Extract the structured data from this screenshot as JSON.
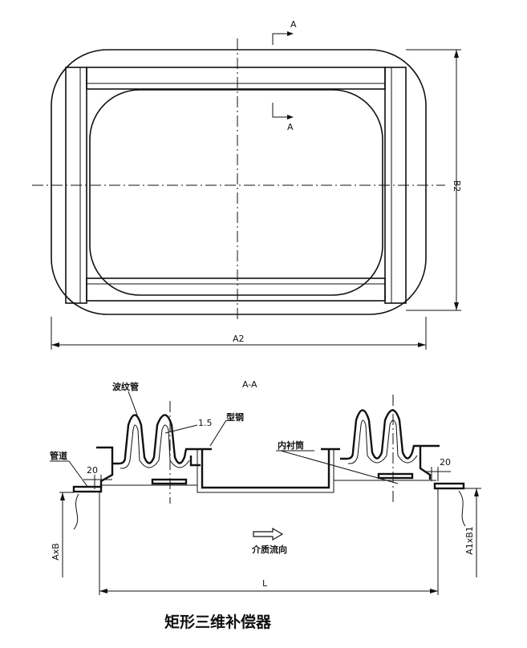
{
  "title": "矩形三维补偿器",
  "top_view": {
    "section_mark": "A",
    "dim_width": "A2",
    "dim_height": "B2"
  },
  "section_view": {
    "section_title": "A-A",
    "labels": {
      "bellows": "波纹管",
      "thickness": "1.5",
      "profile_steel": "型钢",
      "pipe": "管道",
      "inner_sleeve": "内衬筒",
      "dim_left_20": "20",
      "dim_right_20": "20",
      "flow_direction": "介质流向",
      "dim_axb": "AxB",
      "dim_a1xb1": "A1xB1",
      "dim_l": "L"
    }
  }
}
